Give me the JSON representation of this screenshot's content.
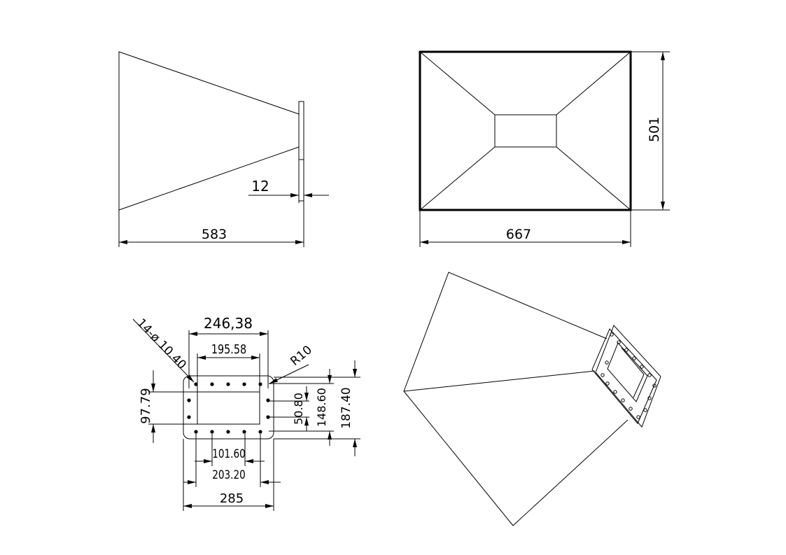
{
  "side_view": {
    "length_label": "583",
    "flange_label": "12"
  },
  "front_view": {
    "width_label": "667",
    "height_label": "501"
  },
  "flange_view": {
    "outer_width_label": "246,38",
    "inner_width_label": "195.58",
    "holes_label": "14-ø 10.40",
    "radius_label": "R10",
    "height_97_label": "97.79",
    "height_50_label": "50.80",
    "height_148_label": "148.60",
    "height_187_label": "187.40",
    "bottom_101_label": "101.60",
    "bottom_203_label": "203.20",
    "bottom_285_label": "285"
  }
}
